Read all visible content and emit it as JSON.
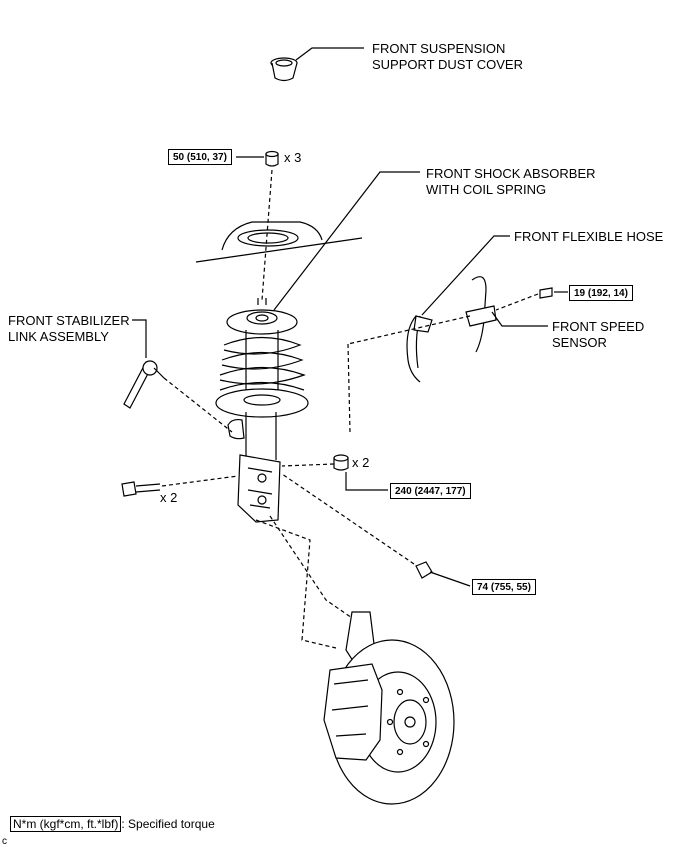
{
  "labels": {
    "dust_cover_1": "FRONT SUSPENSION",
    "dust_cover_2": "SUPPORT DUST COVER",
    "shock_1": "FRONT SHOCK ABSORBER",
    "shock_2": "WITH COIL SPRING",
    "flex_hose": "FRONT FLEXIBLE HOSE",
    "stab_1": "FRONT STABILIZER",
    "stab_2": "LINK ASSEMBLY",
    "speed_1": "FRONT SPEED",
    "speed_2": "SENSOR"
  },
  "torques": {
    "nut_top": "50 (510, 37)",
    "sensor_bolt": "19 (192, 14)",
    "knuckle_nut": "240 (2447, 177)",
    "stab_nut": "74 (755, 55)"
  },
  "quantities": {
    "nut_top": "x 3",
    "knuckle_nut": "x 2",
    "knuckle_bolt": "x 2"
  },
  "legend": {
    "unit": "N*m (kgf*cm, ft.*lbf)",
    "text": ": Specified torque"
  },
  "corner_mark": "c"
}
